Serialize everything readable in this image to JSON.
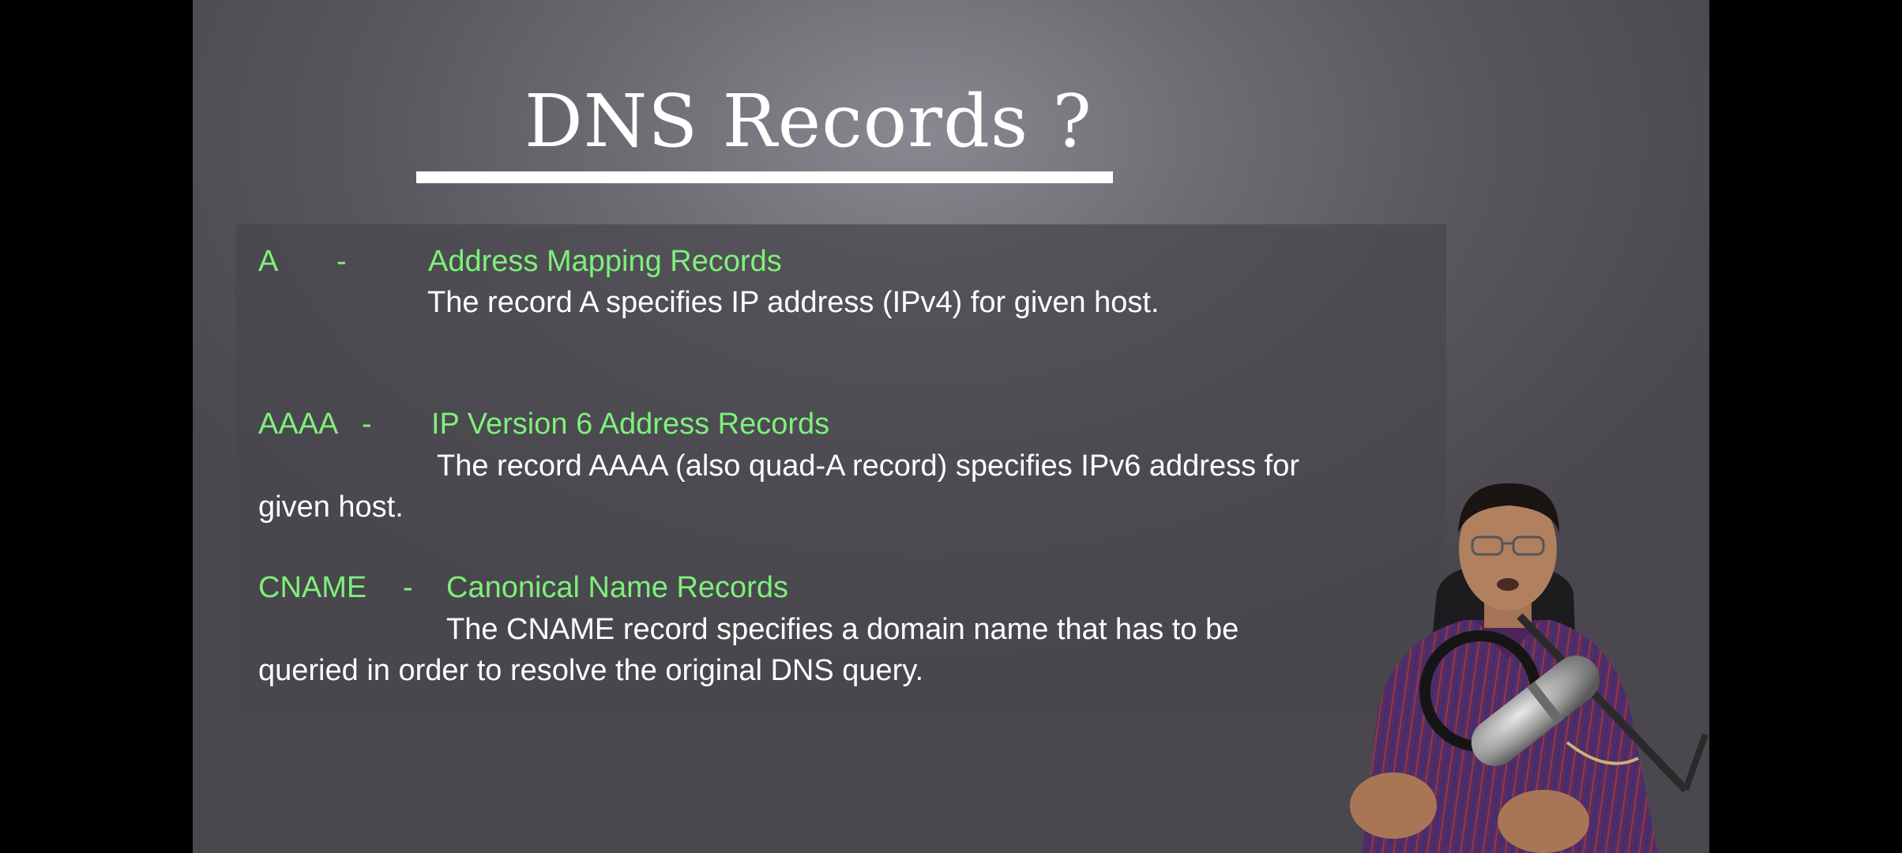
{
  "slide": {
    "title": "DNS Records ?"
  },
  "records": [
    {
      "code": "A",
      "dash": "-",
      "name": "Address Mapping Records",
      "description_lines": [
        "The record A specifies IP address (IPv4) for given host."
      ]
    },
    {
      "code": "AAAA",
      "dash": "-",
      "name": "IP Version 6 Address Records",
      "description_lines": [
        "The record AAAA (also quad-A record) specifies IPv6 address for",
        "given host."
      ]
    },
    {
      "code": "CNAME",
      "dash": "-",
      "name": "Canonical Name Records",
      "description_lines": [
        "The CNAME record specifies a domain name that has to be",
        "queried in order to resolve the original DNS query."
      ]
    }
  ],
  "colors": {
    "record_label": "#7ef07a",
    "text": "#ffffff",
    "letterbox": "#000000"
  }
}
